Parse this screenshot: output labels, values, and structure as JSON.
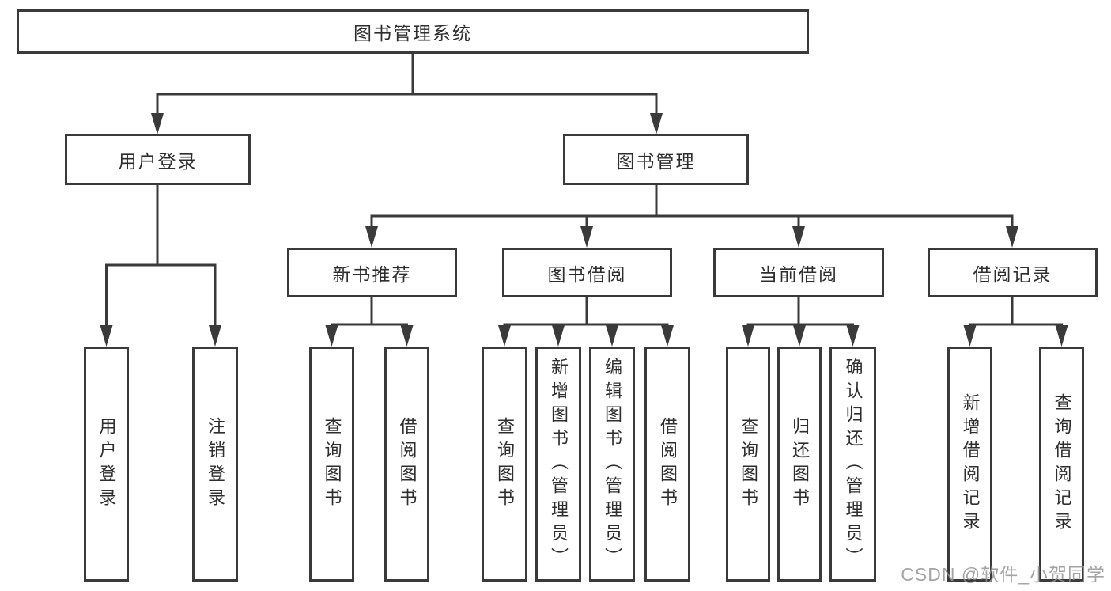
{
  "root_label": "图书管理系统",
  "level2": {
    "user_login": "用户登录",
    "book_mgmt": "图书管理"
  },
  "level3": {
    "new_book": "新书推荐",
    "borrow": "图书借阅",
    "current": "当前借阅",
    "records": "借阅记录"
  },
  "leaves": {
    "login": "用户登录",
    "logout": "注销登录",
    "nb_query": "查询图书",
    "nb_borrow": "借阅图书",
    "bb_query": "查询图书",
    "bb_add": "新增图书（管理员）",
    "bb_edit": "编辑图书（管理员）",
    "bb_borrow": "借阅图书",
    "cb_query": "查询图书",
    "cb_return": "归还图书",
    "cb_confirm": "确认归还（管理员）",
    "br_add": "新增借阅记录",
    "br_query": "查询借阅记录"
  },
  "watermark": "CSDN @软件_小贺同学",
  "colors": {
    "line": "#3a3a3a",
    "text": "#2e2e2e",
    "watermark": "#949494",
    "background": "#ffffff"
  }
}
